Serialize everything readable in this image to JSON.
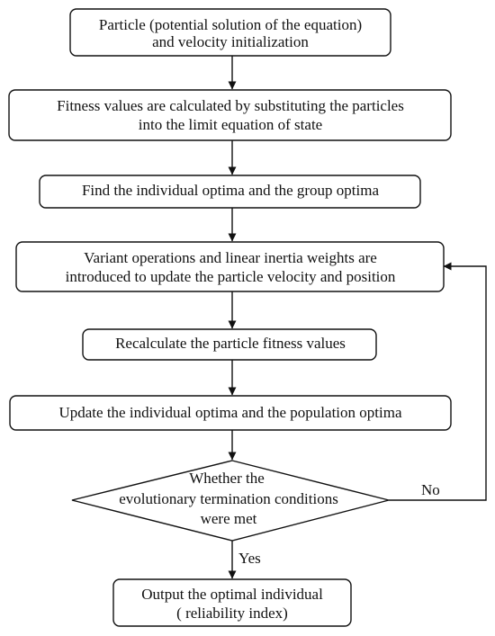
{
  "diagram": {
    "nodes": [
      {
        "id": "init",
        "shape": "rect",
        "lines": [
          "Particle (potential solution of the equation)",
          "and velocity initialization"
        ]
      },
      {
        "id": "fitness",
        "shape": "rect",
        "lines": [
          "Fitness values are calculated by substituting the particles",
          "into the limit equation of state"
        ]
      },
      {
        "id": "optima",
        "shape": "rect",
        "lines": [
          "Find the individual optima and the group optima"
        ]
      },
      {
        "id": "variant",
        "shape": "rect",
        "lines": [
          "Variant operations and linear inertia weights are",
          "introduced to update the particle velocity and position"
        ]
      },
      {
        "id": "recalc",
        "shape": "rect",
        "lines": [
          "Recalculate the particle fitness values"
        ]
      },
      {
        "id": "update",
        "shape": "rect",
        "lines": [
          "Update the individual optima and the population optima"
        ]
      },
      {
        "id": "decision",
        "shape": "diamond",
        "lines": [
          "Whether the",
          "evolutionary termination conditions",
          "were met"
        ]
      },
      {
        "id": "output",
        "shape": "rect",
        "lines": [
          "Output the optimal individual",
          "( reliability index)"
        ]
      }
    ],
    "edges": [
      {
        "from": "init",
        "to": "fitness",
        "label": ""
      },
      {
        "from": "fitness",
        "to": "optima",
        "label": ""
      },
      {
        "from": "optima",
        "to": "variant",
        "label": ""
      },
      {
        "from": "variant",
        "to": "recalc",
        "label": ""
      },
      {
        "from": "recalc",
        "to": "update",
        "label": ""
      },
      {
        "from": "update",
        "to": "decision",
        "label": ""
      },
      {
        "from": "decision",
        "to": "output",
        "label": "Yes"
      },
      {
        "from": "decision",
        "to": "variant",
        "label": "No"
      }
    ]
  }
}
